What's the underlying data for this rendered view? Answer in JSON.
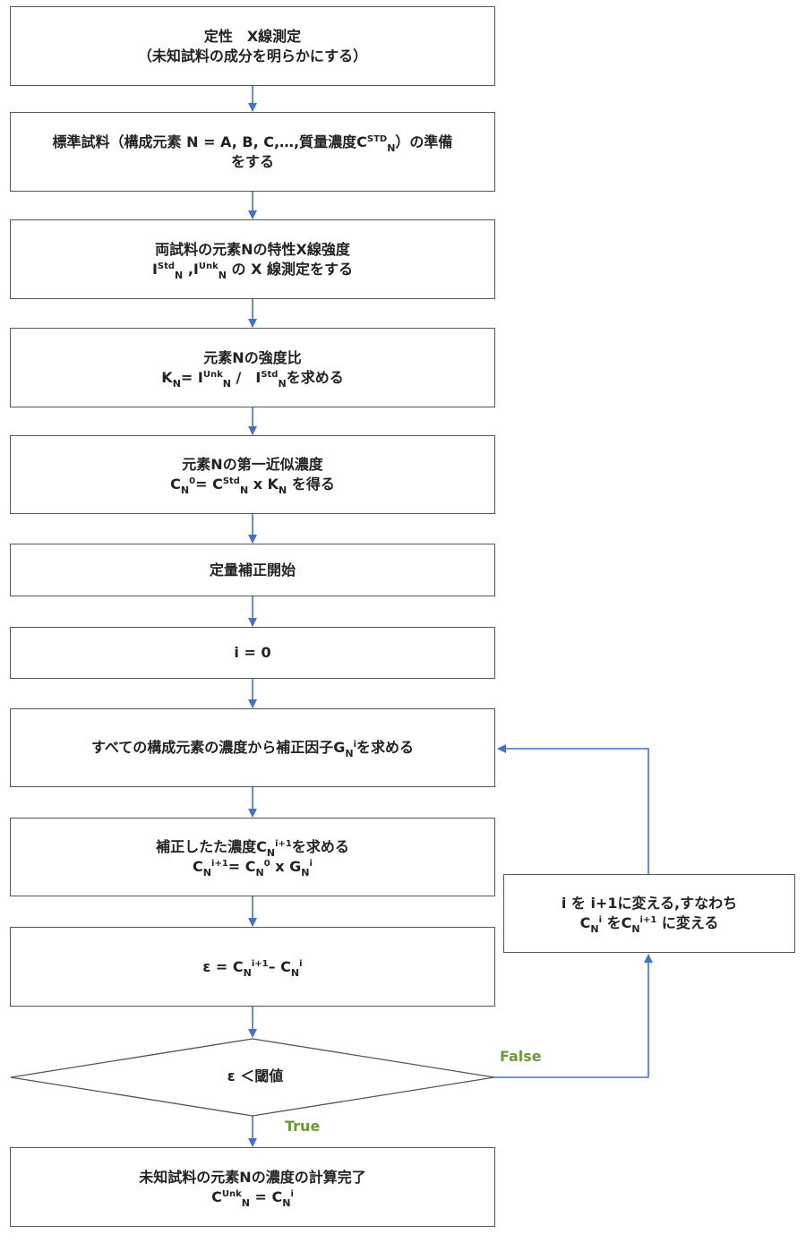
{
  "colors": {
    "arrow": "#4472C4",
    "border": "#555555",
    "branch_label": "#6A9A3C"
  },
  "steps": {
    "s1": {
      "l1": "定性　X線測定",
      "l2": "（未知試料の成分を明らかにする）"
    },
    "s2": {
      "a": "標準試料（構成元素 N = A, B, C,…,質量濃度C",
      "sup": "STD",
      "sub": "N",
      "b": "）の準備",
      "l2": "をする"
    },
    "s3": {
      "l1": "両試料の元素Nの特性X線強度",
      "i1": "I",
      "i1sup": "Std",
      "i1sub": "N",
      "sep": " ,",
      "i2": "I",
      "i2sup": "Unk",
      "i2sub": "N",
      "tail": " の X 線測定をする"
    },
    "s4": {
      "l1": "元素Nの強度比",
      "k": "K",
      "ksub": "N",
      "eq": "= I",
      "sup1": "Unk",
      "sub1": "N",
      "div": " /　I",
      "sup2": "Std",
      "sub2": "N",
      "tail": "を求める"
    },
    "s5": {
      "l1": "元素Nの第一近似濃度",
      "c": "C",
      "csub": "N",
      "csup": "0",
      "eq": "= C",
      "sup1": "Std",
      "sub1": "N",
      "x": " x K",
      "ksub": "N",
      "tail": " を得る"
    },
    "s6": {
      "l1": "定量補正開始"
    },
    "s7": {
      "l1": "i = 0"
    },
    "s8": {
      "a": "すべての構成元素の濃度から補正因子G",
      "sub": "N",
      "sup": "i",
      "b": "を求める"
    },
    "s9": {
      "l1a": "補正したた濃度C",
      "l1sub": "N",
      "l1sup": "i+1",
      "l1b": "を求める",
      "c": "C",
      "csub": "N",
      "csup": "i+1",
      "eq": "= C",
      "sub2": "N",
      "sup2": "0",
      "x": " x G",
      "sub3": "N",
      "sup3": "i"
    },
    "s10": {
      "eps": "ε = C",
      "sub1": "N",
      "sup1": "i+1",
      "minus": "– C",
      "sub2": "N",
      "sup2": "i"
    },
    "decision": {
      "label": "ε ＜閾値"
    },
    "s11": {
      "l1": "未知試料の元素Nの濃度の計算完了",
      "c": "C",
      "sup": "Unk",
      "sub": "N",
      "eq": " = C",
      "sub2": "N",
      "sup2": "i"
    },
    "side": {
      "l1": "i を i+1に変える,すなわち",
      "c1": "C",
      "sub1": "N",
      "sup1": "i",
      "mid": " をC",
      "sub2": "N",
      "sup2": "i+1",
      "tail": " に変える"
    }
  },
  "branches": {
    "false": "False",
    "true": "True"
  }
}
